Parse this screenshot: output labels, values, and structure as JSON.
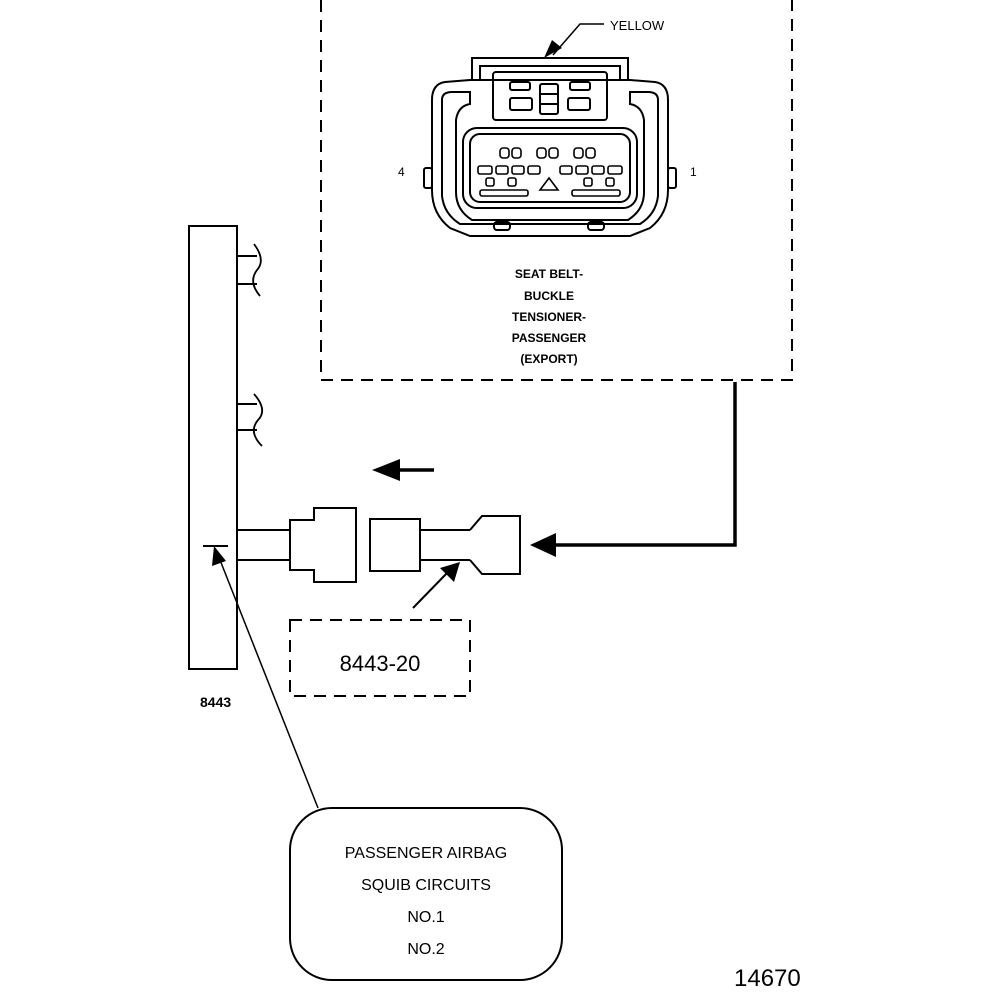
{
  "connector_box": {
    "color_label": "YELLOW",
    "pin_left": "4",
    "pin_right": "1",
    "caption_lines": [
      "SEAT BELT-",
      "BUCKLE",
      "TENSIONER-",
      "PASSENGER",
      "(EXPORT)"
    ]
  },
  "tester": {
    "label": "8443"
  },
  "adapter": {
    "label": "8443-20"
  },
  "callout": {
    "lines": [
      "PASSENGER AIRBAG",
      "SQUIB CIRCUITS",
      "NO.1",
      "NO.2"
    ]
  },
  "figure_number": "14670"
}
